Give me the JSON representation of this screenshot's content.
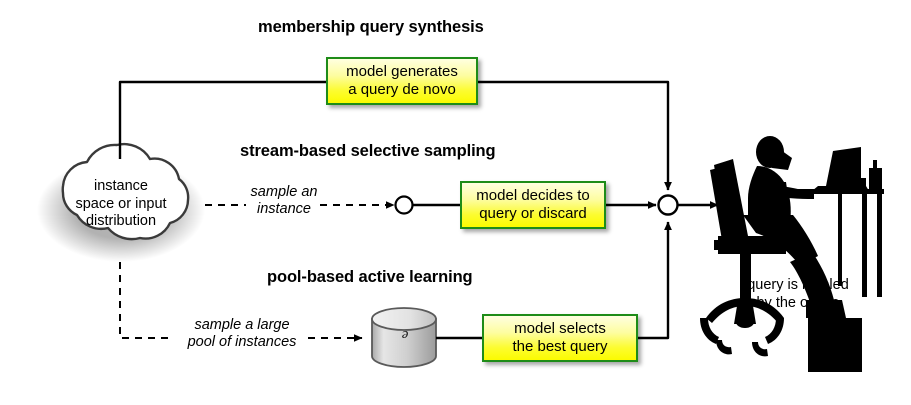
{
  "diagram": {
    "sections": [
      {
        "id": "membership",
        "title": "membership query synthesis"
      },
      {
        "id": "stream",
        "title": "stream-based selective sampling"
      },
      {
        "id": "pool",
        "title": "pool-based active learning"
      }
    ],
    "source": {
      "name": "instance-space-cloud",
      "lines": [
        "instance",
        "space or input",
        "distribution"
      ]
    },
    "boxes": [
      {
        "id": "membership-box",
        "lines": [
          "model generates",
          "a query de novo"
        ]
      },
      {
        "id": "stream-box",
        "lines": [
          "model decides to",
          "query or discard"
        ]
      },
      {
        "id": "pool-box",
        "lines": [
          "model selects",
          "the best query"
        ]
      }
    ],
    "edge_labels": [
      {
        "id": "sample-instance",
        "lines": [
          "sample an",
          "instance"
        ]
      },
      {
        "id": "sample-pool",
        "lines": [
          "sample a large",
          "pool of instances"
        ]
      }
    ],
    "pool_store": {
      "id": "unlabeled-pool",
      "symbol": "ᵊ"
    },
    "oracle": {
      "caption": [
        "query is labeled",
        "by the oracle"
      ]
    },
    "colors": {
      "box_border": "#1e8c18",
      "box_fill_top": "#ffffe0",
      "box_fill_bottom": "#fbfb00",
      "line": "#000000",
      "background": "#ffffff",
      "cylinder_fill": "#d5d5d5"
    }
  }
}
